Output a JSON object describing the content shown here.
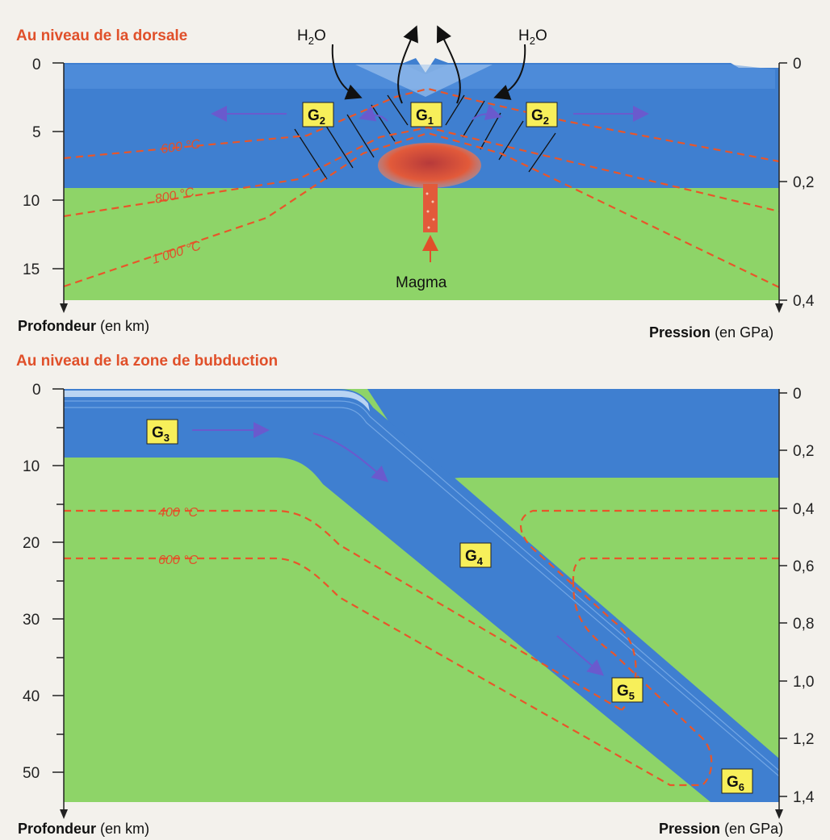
{
  "top": {
    "title": "Au niveau de la dorsale",
    "left_ticks": [
      "0",
      "5",
      "10",
      "15"
    ],
    "right_ticks": [
      "0",
      "0,2",
      "0,4"
    ],
    "water_left": "H2O",
    "water_right": "H2O",
    "magma_label": "Magma",
    "isotherms": [
      "600 °C",
      "800 °C",
      "1 000 °C"
    ],
    "labels": [
      {
        "main": "G",
        "sub": "2"
      },
      {
        "main": "G",
        "sub": "1"
      },
      {
        "main": "G",
        "sub": "2"
      }
    ],
    "depth_axis_bold": "Profondeur",
    "depth_axis_unit": "(en km)",
    "pressure_axis_bold": "Pression",
    "pressure_axis_unit": "(en GPa)"
  },
  "bottom": {
    "title": "Au niveau de la zone de bubduction",
    "left_ticks": [
      "0",
      "10",
      "20",
      "30",
      "40",
      "50"
    ],
    "right_ticks": [
      "0",
      "0,2",
      "0,4",
      "0,6",
      "0,8",
      "1,0",
      "1,2",
      "1,4"
    ],
    "isotherms": [
      "400 °C",
      "600 °C"
    ],
    "labels": [
      {
        "main": "G",
        "sub": "3"
      },
      {
        "main": "G",
        "sub": "4"
      },
      {
        "main": "G",
        "sub": "5"
      },
      {
        "main": "G",
        "sub": "6"
      }
    ],
    "depth_axis_bold": "Profondeur",
    "depth_axis_unit": "(en km)",
    "pressure_axis_bold": "Pression",
    "pressure_axis_unit": "(en GPa)"
  },
  "colors": {
    "ocean_crust": "#3f7fd0",
    "mantle": "#8ed468",
    "isotherm": "#e8562a",
    "label_box": "#f7ef5a",
    "title": "#e0502a"
  }
}
